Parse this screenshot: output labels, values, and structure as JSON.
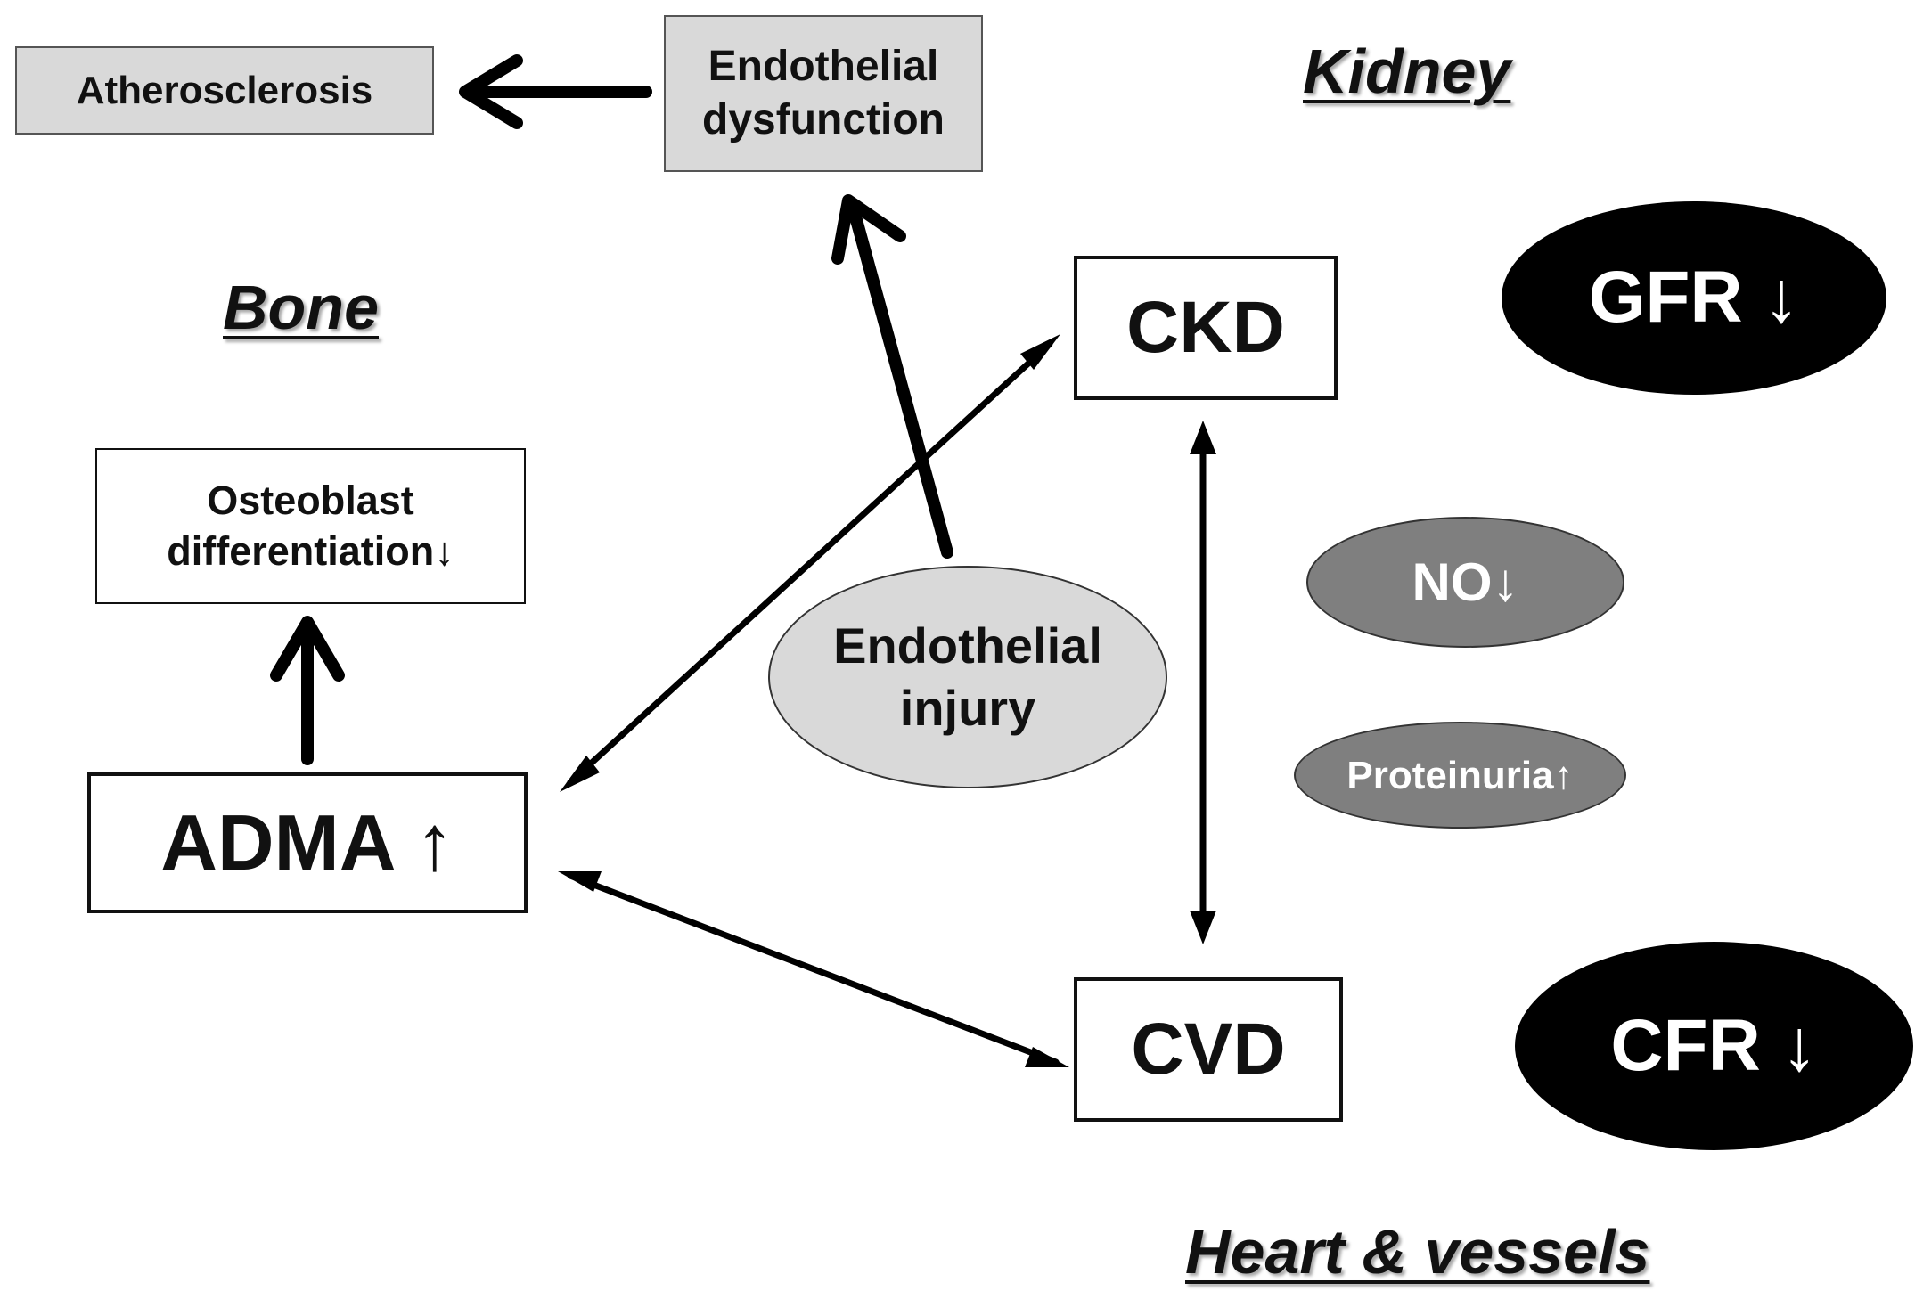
{
  "nodes": {
    "atherosclerosis": "Atherosclerosis",
    "endothelial_dysfunction": [
      "Endothelial",
      "dysfunction"
    ],
    "osteoblast": [
      "Osteoblast",
      "differentiation↓"
    ],
    "adma": "ADMA ↑",
    "ckd": "CKD",
    "cvd": "CVD",
    "endothelial_injury": [
      "Endothelial",
      "injury"
    ],
    "gfr": "GFR ↓",
    "cfr": "CFR ↓",
    "no": "NO↓",
    "proteinuria": "Proteinuria↑"
  },
  "organs": {
    "kidney": "Kidney",
    "bone": "Bone",
    "heart": "Heart & vessels"
  },
  "colors": {
    "grey_box": "#d9d9d9",
    "black_ellipse": "#000000",
    "grey_ellipse": "#7f7f7f",
    "light_ellipse": "#d9d9d9",
    "arrow": "#000000"
  }
}
